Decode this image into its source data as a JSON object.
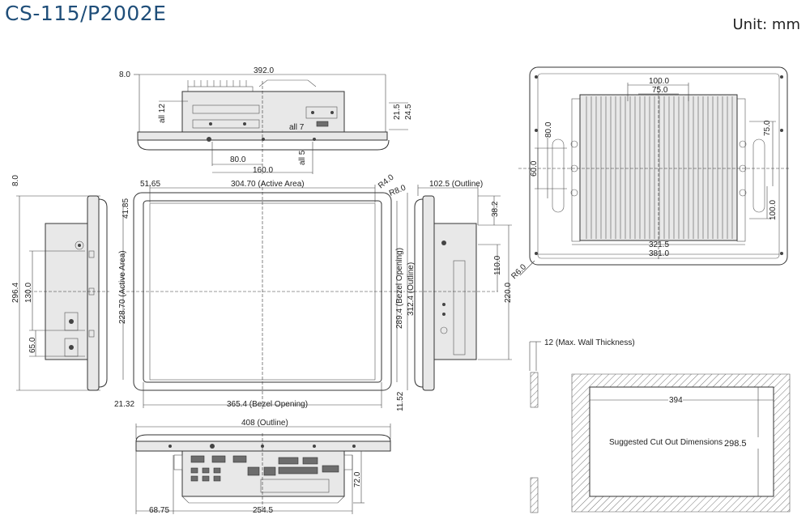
{
  "header": {
    "title": "CS-115/P2002E",
    "unit": "Unit: mm"
  },
  "top_view": {
    "w_392": "392.0",
    "w_8": "8.0",
    "d_all12": "all 12",
    "d_all7": "all 7",
    "d_all5": "all 5",
    "d_80": "80.0",
    "d_160": "160.0",
    "d_21_5": "21.5",
    "d_24_5": "24.5"
  },
  "front_view": {
    "active_area_w": "304.70 (Active Area)",
    "offset_51": "51.65",
    "offset_41": "41.85",
    "r4": "R4.0",
    "r8": "R8.0",
    "active_area_h": "228.70 (Active Area)",
    "bezel_h": "289.4 (Bezel Opening)",
    "outline_h": "312.4 (Outline)",
    "bezel_w": "365.4 (Bezel Opening)",
    "offset_21": "21.32",
    "offset_11": "11.52"
  },
  "left_view": {
    "d_8": "8.0",
    "d_296": "296.4",
    "d_130": "130.0",
    "d_65": "65.0"
  },
  "right_view": {
    "outline_d": "102.5 (Outline)",
    "d_38": "38.2",
    "d_110": "110.0",
    "d_220": "220.0"
  },
  "bottom_view": {
    "outline_w": "408 (Outline)",
    "d_68": "68.75",
    "d_254": "254.5",
    "d_72": "72.0"
  },
  "rear_view": {
    "d_100": "100.0",
    "d_75": "75.0",
    "d_80": "80.0",
    "d_60": "60.0",
    "d_75r": "75.0",
    "d_100r": "100.0",
    "d_321": "321.5",
    "d_381": "381.0",
    "r6": "R6.0"
  },
  "cutout": {
    "wall": "12 (Max. Wall Thickness)",
    "width": "394",
    "label": "Suggested Cut Out Dimensions",
    "height": "298.5"
  }
}
